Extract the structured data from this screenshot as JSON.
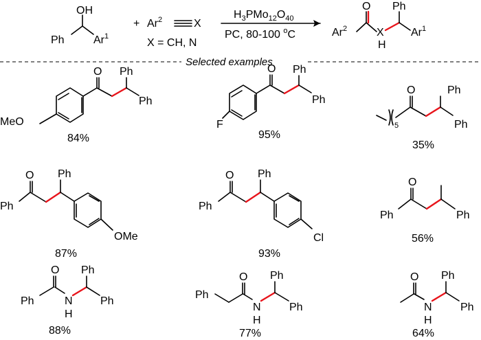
{
  "reaction": {
    "reactant1": {
      "oh": "OH",
      "ph": "Ph",
      "ar": "Ar",
      "ar_sup": "1"
    },
    "plus": "+",
    "reactant2": {
      "ar": "Ar",
      "ar_sup": "2",
      "x": "X",
      "x_def": "X = CH, N"
    },
    "conditions": {
      "catalyst_h": "H",
      "catalyst_h_sub": "3",
      "catalyst_pmo": "PMo",
      "catalyst_mo_sub": "12",
      "catalyst_o": "O",
      "catalyst_o_sub": "40",
      "solvent": "PC, 80-100 ",
      "temp_deg": "o",
      "temp_unit": "C"
    },
    "product": {
      "o": "O",
      "ph": "Ph",
      "ar2": "Ar",
      "ar2_sup": "2",
      "x": "X",
      "h": "H",
      "ar1": "Ar",
      "ar1_sup": "1"
    }
  },
  "section_title": "Selected examples",
  "examples": [
    {
      "labels": {
        "sub": "MeO",
        "o": "O",
        "ph1": "Ph",
        "ph2": "Ph"
      },
      "yield": "84%"
    },
    {
      "labels": {
        "sub": "F",
        "o": "O",
        "ph1": "Ph",
        "ph2": "Ph"
      },
      "yield": "95%"
    },
    {
      "labels": {
        "o": "O",
        "n": "5",
        "ph1": "Ph",
        "ph2": "Ph"
      },
      "yield": "35%"
    },
    {
      "labels": {
        "o": "O",
        "ph": "Ph",
        "ph_top": "Ph",
        "sub": "OMe"
      },
      "yield": "87%"
    },
    {
      "labels": {
        "o": "O",
        "ph": "Ph",
        "ph_top": "Ph",
        "sub": "Cl"
      },
      "yield": "93%"
    },
    {
      "labels": {
        "o": "O",
        "ph": "Ph",
        "ph2": "Ph"
      },
      "yield": "56%"
    },
    {
      "labels": {
        "o": "O",
        "ph": "Ph",
        "n": "N",
        "h": "H",
        "ph1": "Ph",
        "ph2": "Ph"
      },
      "yield": "88%"
    },
    {
      "labels": {
        "o": "O",
        "ph": "Ph",
        "n": "N",
        "h": "H",
        "ph1": "Ph",
        "ph2": "Ph"
      },
      "yield": "77%"
    },
    {
      "labels": {
        "o": "O",
        "n": "N",
        "h": "H",
        "ph1": "Ph",
        "ph2": "Ph"
      },
      "yield": "64%"
    }
  ],
  "colors": {
    "ink": "#000000",
    "new_bond": "#e8141b",
    "background": "#ffffff"
  }
}
